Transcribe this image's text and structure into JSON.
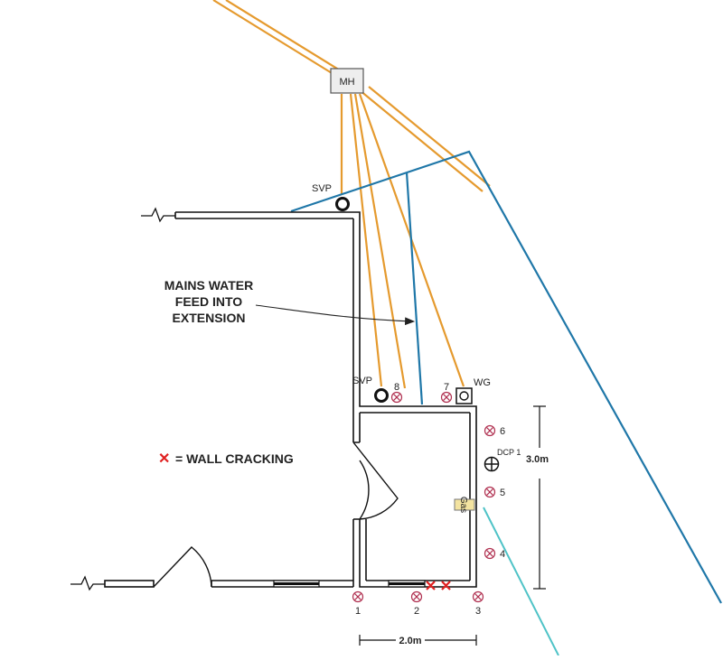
{
  "colors": {
    "drain": "#e59a2e",
    "water_main": "#1f77a8",
    "water_feed_light": "#4fc3c7",
    "wall": "#111111",
    "crack_marker": "#e02020",
    "test_point": "#b03050",
    "gas_fill": "#f3e3a0"
  },
  "labels": {
    "manhole": "MH",
    "svp_top": "SVP",
    "svp_lower": "SVP",
    "wg": "WG",
    "dcp": "DCP 1",
    "gas": "Gas",
    "dim_vertical": "3.0m",
    "dim_horizontal": "2.0m"
  },
  "callout": {
    "line1": "MAINS WATER",
    "line2": "FEED INTO",
    "line3": "EXTENSION"
  },
  "legend": {
    "symbol": "✕",
    "text": "= WALL CRACKING"
  },
  "test_points": [
    {
      "id": "1",
      "label": "1"
    },
    {
      "id": "2",
      "label": "2"
    },
    {
      "id": "3",
      "label": "3"
    },
    {
      "id": "4",
      "label": "4"
    },
    {
      "id": "5",
      "label": "5"
    },
    {
      "id": "6",
      "label": "6"
    },
    {
      "id": "7",
      "label": "7"
    },
    {
      "id": "8",
      "label": "8"
    }
  ]
}
